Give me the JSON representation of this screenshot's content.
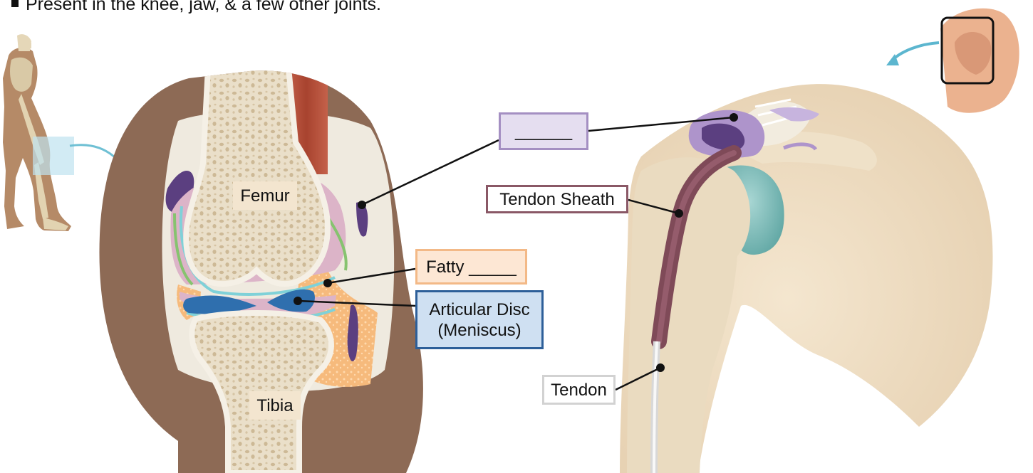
{
  "header": {
    "bullet_text": "Present in the knee, jaw, & a few other joints."
  },
  "knee": {
    "femur_label": "Femur",
    "tibia_label": "Tibia"
  },
  "callouts": {
    "blank_box": "______",
    "fatty": "Fatty _____",
    "articular_disc_line1": "Articular Disc",
    "articular_disc_line2": "(Meniscus)",
    "tendon_sheath": "Tendon Sheath",
    "tendon": "Tendon"
  },
  "colors": {
    "blank_box_border": "#a48fc2",
    "blank_box_fill": "#e5def0",
    "fatty_border": "#f3b987",
    "fatty_fill": "#fde7d4",
    "disc_border": "#2d5f99",
    "disc_fill": "#cfe0f2",
    "sheath_border": "#8a5866",
    "tendon_border": "#d2d2d2"
  }
}
